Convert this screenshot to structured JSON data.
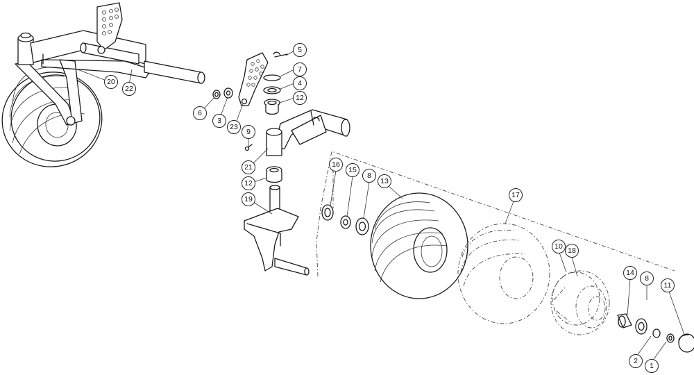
{
  "callouts": [
    {
      "id": "c20",
      "label": "20"
    },
    {
      "id": "c22",
      "label": "22"
    },
    {
      "id": "c5",
      "label": "5"
    },
    {
      "id": "c7",
      "label": "7"
    },
    {
      "id": "c4",
      "label": "4"
    },
    {
      "id": "c12a",
      "label": "12"
    },
    {
      "id": "c6",
      "label": "6"
    },
    {
      "id": "c3",
      "label": "3"
    },
    {
      "id": "c23",
      "label": "23"
    },
    {
      "id": "c9",
      "label": "9"
    },
    {
      "id": "c21",
      "label": "21"
    },
    {
      "id": "c12b",
      "label": "12"
    },
    {
      "id": "c19",
      "label": "19"
    },
    {
      "id": "c16",
      "label": "16"
    },
    {
      "id": "c15",
      "label": "15"
    },
    {
      "id": "c8a",
      "label": "8"
    },
    {
      "id": "c13",
      "label": "13"
    },
    {
      "id": "c17",
      "label": "17"
    },
    {
      "id": "c10",
      "label": "10"
    },
    {
      "id": "c18",
      "label": "18"
    },
    {
      "id": "c14",
      "label": "14"
    },
    {
      "id": "c8b",
      "label": "8"
    },
    {
      "id": "c11",
      "label": "11"
    },
    {
      "id": "c2",
      "label": "2"
    },
    {
      "id": "c1",
      "label": "1"
    }
  ]
}
